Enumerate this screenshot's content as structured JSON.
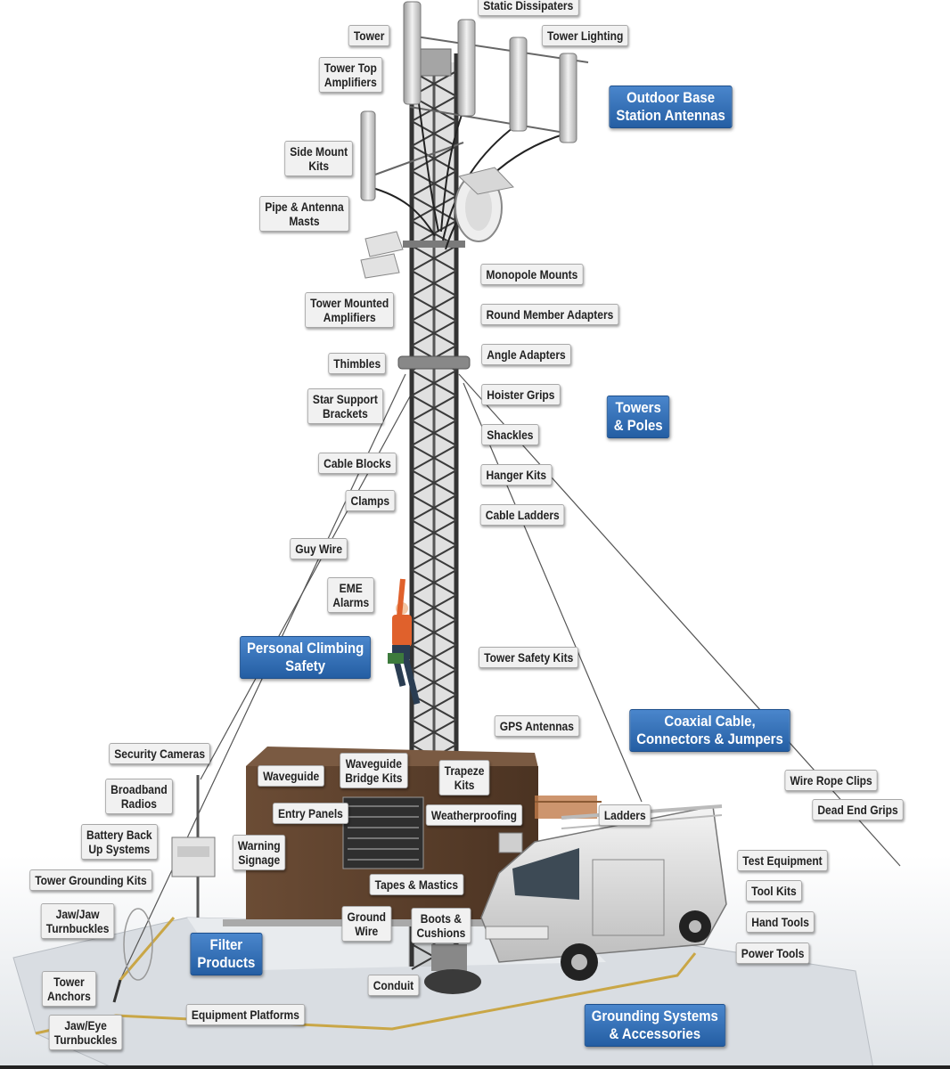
{
  "labels": {
    "static_dissipaters": "Static Dissipaters",
    "tower": "Tower",
    "tower_lighting": "Tower Lighting",
    "tower_top_amplifiers": "Tower Top\nAmplifiers",
    "side_mount_kits": "Side Mount\nKits",
    "pipe_antenna_masts": "Pipe & Antenna\nMasts",
    "monopole_mounts": "Monopole Mounts",
    "tower_mounted_amplifiers": "Tower Mounted\nAmplifiers",
    "round_member_adapters": "Round Member Adapters",
    "angle_adapters": "Angle Adapters",
    "thimbles": "Thimbles",
    "hoister_grips": "Hoister Grips",
    "star_support_brackets": "Star Support\nBrackets",
    "shackles": "Shackles",
    "cable_blocks": "Cable Blocks",
    "hanger_kits": "Hanger Kits",
    "clamps": "Clamps",
    "cable_ladders": "Cable Ladders",
    "guy_wire": "Guy Wire",
    "eme_alarms": "EME\nAlarms",
    "tower_safety_kits": "Tower Safety Kits",
    "gps_antennas": "GPS Antennas",
    "security_cameras": "Security Cameras",
    "waveguide": "Waveguide",
    "waveguide_bridge_kits": "Waveguide\nBridge Kits",
    "trapeze_kits": "Trapeze\nKits",
    "broadband_radios": "Broadband\nRadios",
    "wire_rope_clips": "Wire Rope Clips",
    "entry_panels": "Entry Panels",
    "weatherproofing": "Weatherproofing",
    "ladders": "Ladders",
    "dead_end_grips": "Dead End Grips",
    "battery_back_up_systems": "Battery Back\nUp Systems",
    "warning_signage": "Warning\nSignage",
    "test_equipment": "Test Equipment",
    "tower_grounding_kits": "Tower Grounding Kits",
    "tapes_mastics": "Tapes & Mastics",
    "tool_kits": "Tool Kits",
    "jaw_jaw_turnbuckles": "Jaw/Jaw\nTurnbuckles",
    "ground_wire": "Ground\nWire",
    "boots_cushions": "Boots &\nCushions",
    "hand_tools": "Hand Tools",
    "power_tools": "Power Tools",
    "tower_anchors": "Tower\nAnchors",
    "conduit": "Conduit",
    "equipment_platforms": "Equipment Platforms",
    "jaw_eye_turnbuckles": "Jaw/Eye\nTurnbuckles"
  },
  "categories": {
    "outdoor_base_station_antennas": "Outdoor Base\nStation Antennas",
    "towers_poles": "Towers\n& Poles",
    "personal_climbing_safety": "Personal Climbing\nSafety",
    "coaxial_cable": "Coaxial Cable,\nConnectors & Jumpers",
    "filter_products": "Filter\nProducts",
    "grounding_systems": "Grounding Systems\n& Accessories"
  },
  "colors": {
    "category_blue": "#2e6db5",
    "label_bg": "#f1f1f1",
    "tower_steel": "#3a3a3a",
    "shelter_brown": "#5a3f2c",
    "ground_concrete": "#d9dde2",
    "grounding_wire": "#c9a646"
  }
}
